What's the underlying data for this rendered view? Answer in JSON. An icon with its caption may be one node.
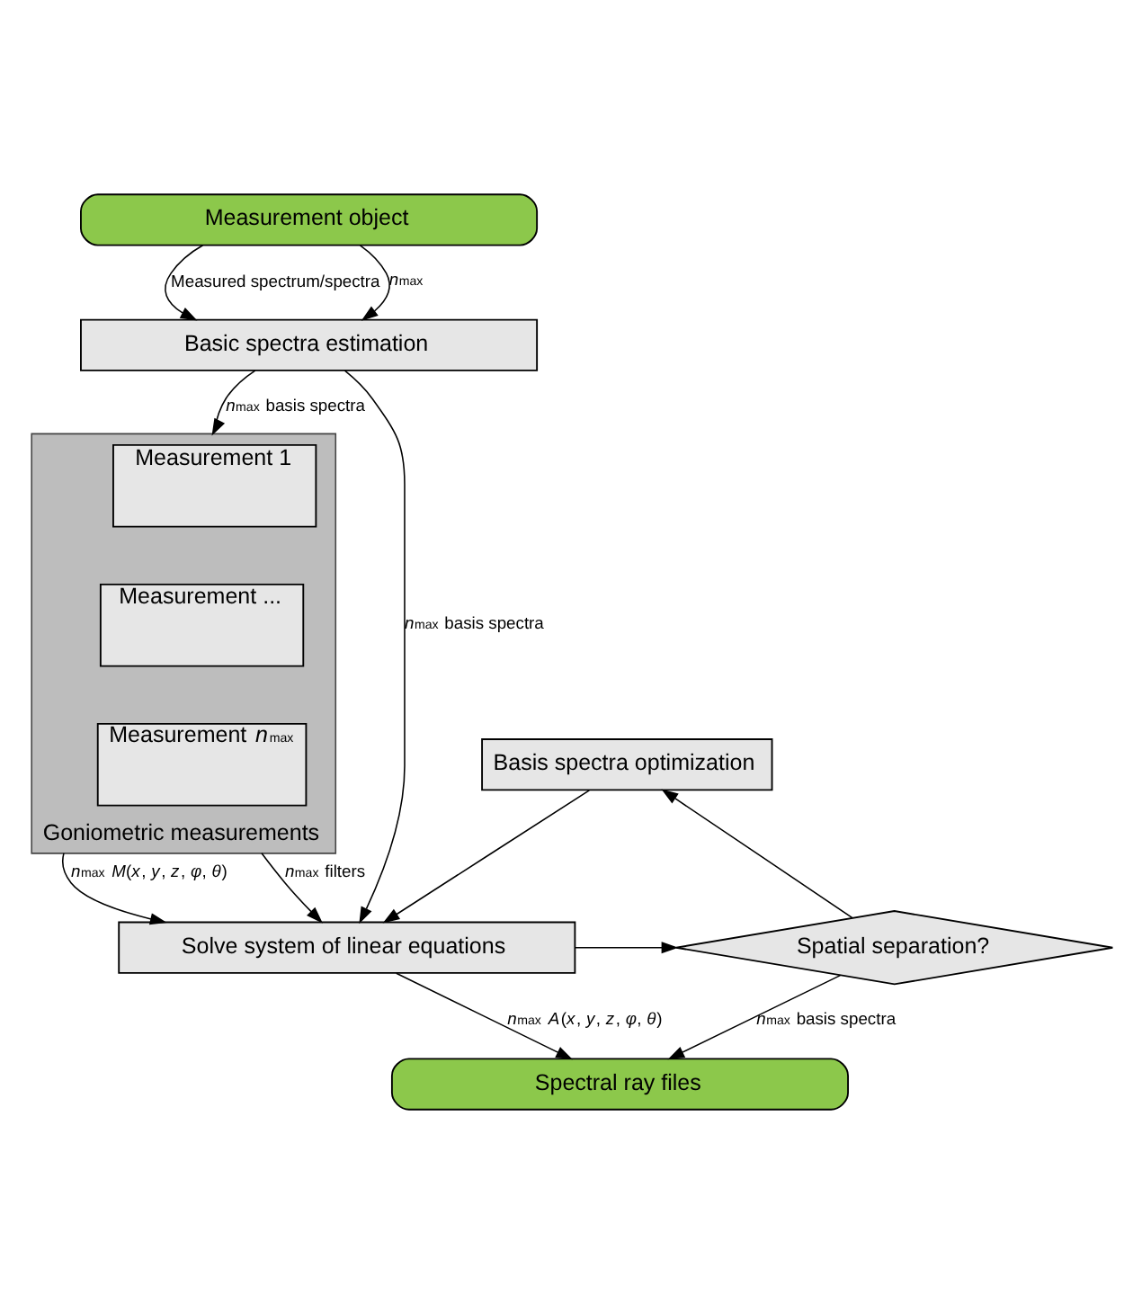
{
  "diagram": {
    "nodes": [
      {
        "text": [
          "Measurement object"
        ]
      },
      {
        "text": [
          "Basic spectra estimation"
        ]
      },
      {
        "text": [
          "Goniometric measurements"
        ]
      },
      {
        "text": [
          "Measurement 1"
        ],
        "in": 2
      },
      {
        "text": [
          "Measurement ..."
        ],
        "in": 2
      },
      {
        "text": [
          "Measurement *n*$_{max}$"
        ],
        "in": 2
      },
      {
        "text": [
          "Basis spectra optimization"
        ]
      },
      {
        "text": [
          "Solve system of linear equations"
        ]
      },
      {
        "text": [
          "Spatial separation?"
        ]
      },
      {
        "text": [
          "Spectral ray files"
        ]
      }
    ],
    "edges": [
      {
        "from": 0,
        "to": 1,
        "arrow": "to",
        "label": "Measured spectrum/spectra"
      },
      {
        "from": 0,
        "to": 1,
        "arrow": "to",
        "label": "*n*$_{max}$"
      },
      {
        "from": 1,
        "to": 2,
        "arrow": "to",
        "label": "*n*$_{max}$ basis spectra"
      },
      {
        "from": 2,
        "to": 7,
        "arrow": "to",
        "label": "*n*$_{max}$ *M*(*x*, *y*, *z*, *φ*, *θ*)"
      },
      {
        "from": 2,
        "to": 7,
        "arrow": "to",
        "label": "*n*$_{max}$ filters"
      },
      {
        "from": 1,
        "to": 7,
        "arrow": "to",
        "label": "*n*$_{max}$ basis spectra"
      },
      {
        "from": 6,
        "to": 7,
        "arrow": "to"
      },
      {
        "from": 7,
        "to": 8,
        "arrow": "to"
      },
      {
        "from": 8,
        "to": 6,
        "arrow": "to"
      },
      {
        "from": 7,
        "to": 9,
        "arrow": "to",
        "label": "*n*$_{max}$ *A*(*x*, *y*, *z*, *φ*, *θ*)"
      },
      {
        "from": 8,
        "to": 9,
        "arrow": "to",
        "label": "*n*$_{max}$ basis spectra"
      }
    ]
  }
}
